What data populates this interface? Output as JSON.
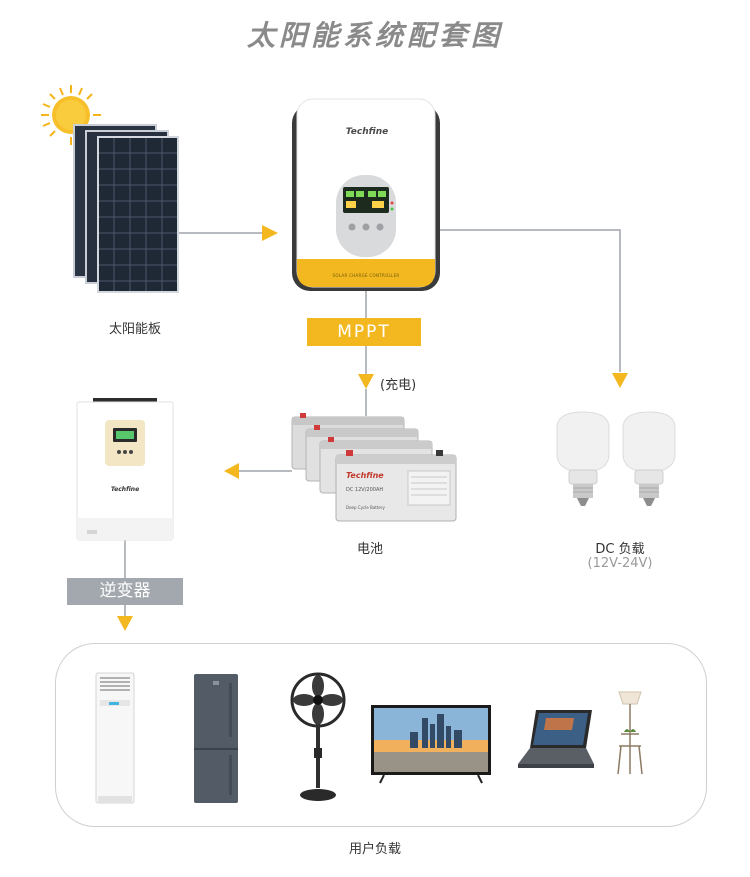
{
  "title": "太阳能系统配套图",
  "panel_label": "太阳能板",
  "controller": {
    "brand": "Techfine",
    "footer_text": "SOLAR CHARGE CONTROLLER",
    "mode_tag": "MPPT"
  },
  "charge_label": "(充电)",
  "battery": {
    "label": "电池",
    "brand": "Techfine",
    "rating": "DC 12V/200AH",
    "type_text": "Deep Cycle Battery"
  },
  "dc_load": {
    "label": "DC 负载",
    "voltage": "(12V-24V)"
  },
  "inverter": {
    "brand": "Techfine",
    "tag": "逆变器"
  },
  "user_load_label": "用户负载",
  "colors": {
    "accent_yellow": "#f3b81f",
    "inverter_tag_gray": "#a3a8ae",
    "title_gray": "#8a8a8a",
    "line_gray": "#9fa4a8"
  }
}
